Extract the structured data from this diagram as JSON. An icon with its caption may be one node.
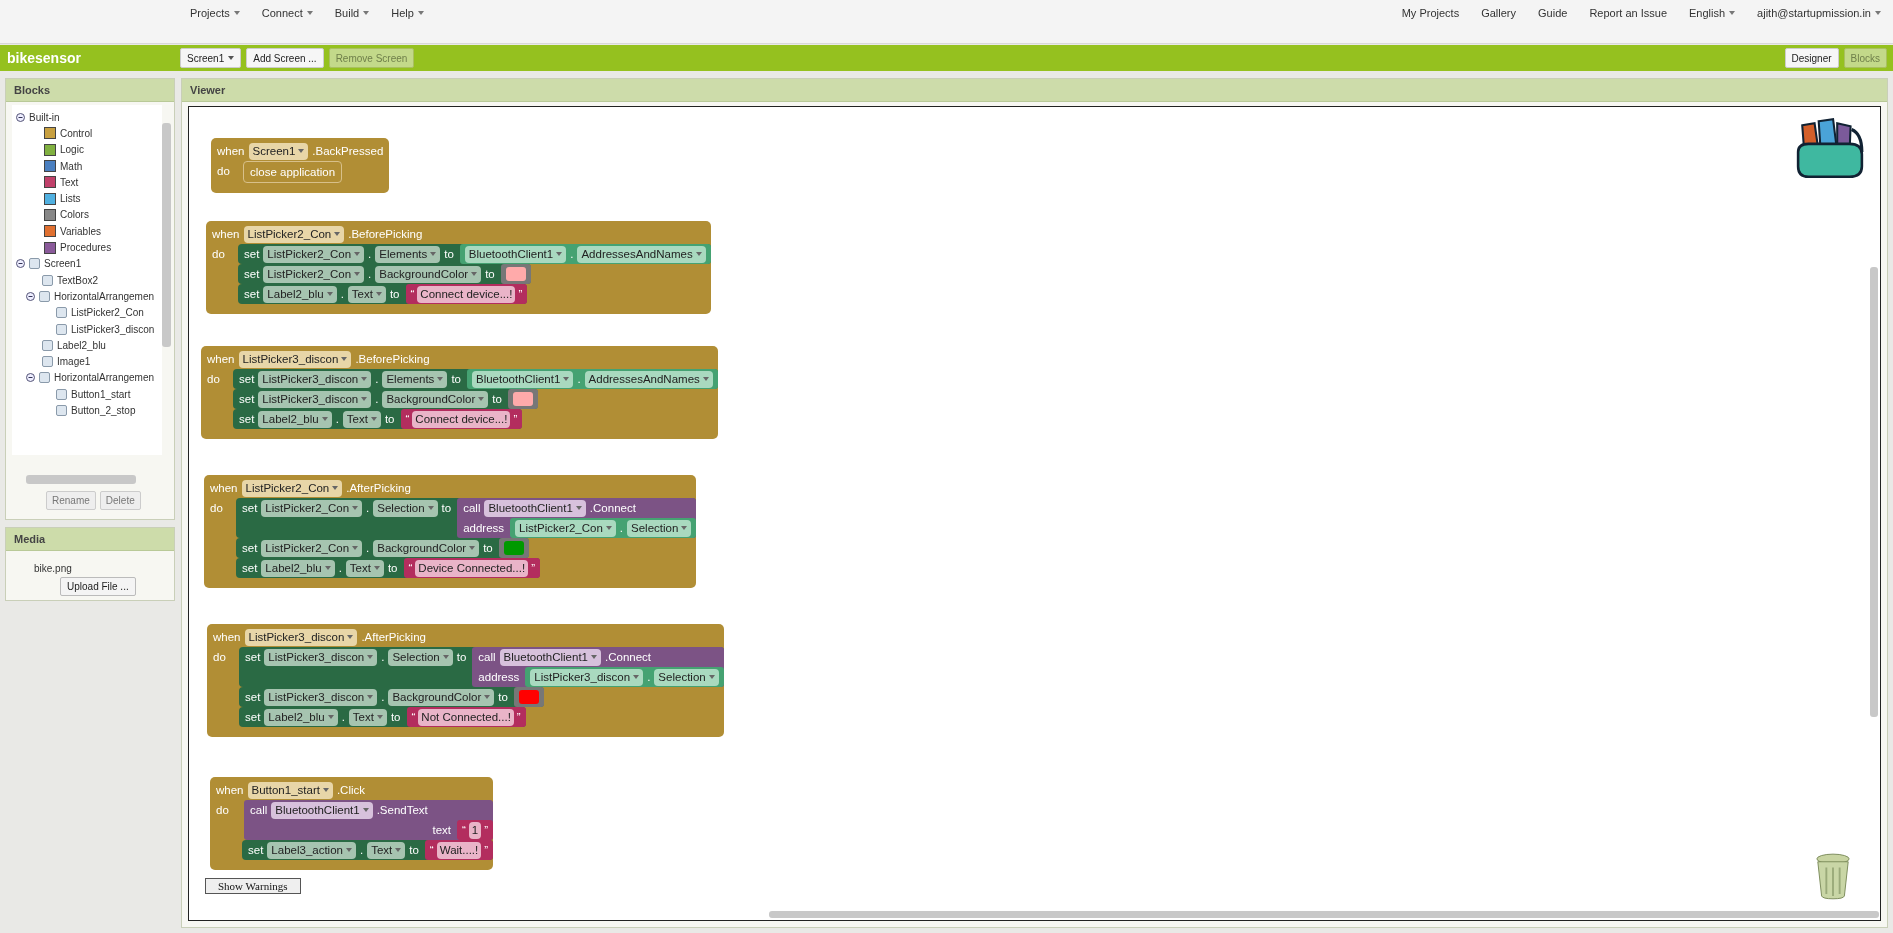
{
  "diagram": {
    "nodes": [
      {
        "text": [
          "Blocks",
          "Built-in",
          "Control",
          "Logic",
          "Math",
          "Text",
          "Lists",
          "Colors",
          "Variables",
          "Procedures",
          "Screen1",
          "TextBox2",
          "HorizontalArrangemen",
          "ListPicker2_Con",
          "ListPicker3_discon",
          "Label2_blu",
          "Image1",
          "HorizontalArrangemen",
          "Button1_start",
          "Button_2_stop",
          "Rename",
          "Delete"
        ]
      },
      {
        "text": [
          "Media",
          "bike.png",
          "Upload File ..."
        ]
      },
      {
        "text": [
          "Viewer",
          "Show Warnings"
        ]
      },
      {
        "text": [
          "when",
          "Screen1",
          ".BackPressed",
          "do"
        ],
        "in": 2
      },
      {
        "text": [
          "close application"
        ],
        "in": 3
      },
      {
        "text": [
          "when",
          "ListPicker2_Con",
          ".BeforePicking",
          "do"
        ],
        "in": 2
      },
      {
        "text": [
          "set",
          "ListPicker2_Con",
          ".",
          "Elements",
          "to"
        ],
        "in": 5
      },
      {
        "text": [
          "BluetoothClient1",
          ".",
          "AddressesAndNames"
        ],
        "in": 6
      },
      {
        "text": [
          "set",
          "ListPicker2_Con",
          ".",
          "BackgroundColor",
          "to"
        ],
        "in": 5
      },
      {
        "text": [],
        "shape": "box",
        "in": 8
      },
      {
        "text": [
          "set",
          "Label2_blu",
          ".",
          "Text",
          "to"
        ],
        "in": 5
      },
      {
        "text": [
          "“",
          "Connect device...!",
          "”"
        ],
        "in": 10
      },
      {
        "text": [
          "when",
          "ListPicker3_discon",
          ".BeforePicking",
          "do"
        ],
        "in": 2
      },
      {
        "text": [
          "set",
          "ListPicker3_discon",
          ".",
          "Elements",
          "to"
        ],
        "in": 12
      },
      {
        "text": [
          "BluetoothClient1",
          ".",
          "AddressesAndNames"
        ],
        "in": 13
      },
      {
        "text": [
          "set",
          "ListPicker3_discon",
          ".",
          "BackgroundColor",
          "to"
        ],
        "in": 12
      },
      {
        "text": [],
        "shape": "box",
        "in": 15
      },
      {
        "text": [
          "set",
          "Label2_blu",
          ".",
          "Text",
          "to"
        ],
        "in": 12
      },
      {
        "text": [
          "“",
          "Connect device...!",
          "”"
        ],
        "in": 17
      },
      {
        "text": [
          "when",
          "ListPicker2_Con",
          ".AfterPicking",
          "do"
        ],
        "in": 2
      },
      {
        "text": [
          "set",
          "ListPicker2_Con",
          ".",
          "Selection",
          "to"
        ],
        "in": 19
      },
      {
        "text": [
          "call",
          "BluetoothClient1",
          ".Connect",
          "address"
        ],
        "in": 20
      },
      {
        "text": [
          "ListPicker2_Con",
          ".",
          "Selection"
        ],
        "in": 21
      },
      {
        "text": [
          "set",
          "ListPicker2_Con",
          ".",
          "BackgroundColor",
          "to"
        ],
        "in": 19
      },
      {
        "text": [],
        "shape": "box",
        "in": 23
      },
      {
        "text": [
          "set",
          "Label2_blu",
          ".",
          "Text",
          "to"
        ],
        "in": 19
      },
      {
        "text": [
          "“",
          "Device Connected...!",
          "”"
        ],
        "in": 25
      },
      {
        "text": [
          "when",
          "ListPicker3_discon",
          ".AfterPicking",
          "do"
        ],
        "in": 2
      },
      {
        "text": [
          "set",
          "ListPicker3_discon",
          ".",
          "Selection",
          "to"
        ],
        "in": 27
      },
      {
        "text": [
          "call",
          "BluetoothClient1",
          ".Connect",
          "address"
        ],
        "in": 28
      },
      {
        "text": [
          "ListPicker3_discon",
          ".",
          "Selection"
        ],
        "in": 29
      },
      {
        "text": [
          "set",
          "ListPicker3_discon",
          ".",
          "BackgroundColor",
          "to"
        ],
        "in": 27
      },
      {
        "text": [],
        "shape": "box",
        "in": 31
      },
      {
        "text": [
          "set",
          "Label2_blu",
          ".",
          "Text",
          "to"
        ],
        "in": 27
      },
      {
        "text": [
          "“",
          "Not Connected...!",
          "”"
        ],
        "in": 33
      },
      {
        "text": [
          "when",
          "Button1_start",
          ".Click",
          "do"
        ],
        "in": 2
      },
      {
        "text": [
          "call",
          "BluetoothClient1",
          ".SendText",
          "text"
        ],
        "in": 35
      },
      {
        "text": [
          "“",
          "1",
          "”"
        ],
        "in": 36
      },
      {
        "text": [
          "set",
          "Label3_action",
          ".",
          "Text",
          "to"
        ],
        "in": 35
      },
      {
        "text": [
          "“",
          "Wait....!",
          "”"
        ],
        "in": 38
      }
    ],
    "labels": [
      "Projects",
      "Connect",
      "Build",
      "Help",
      "My Projects",
      "Gallery",
      "Guide",
      "Report an Issue",
      "English",
      "ajith@startupmission.in",
      "bikesensor",
      "Screen1",
      "Add Screen ...",
      "Remove Screen",
      "Designer",
      "Blocks"
    ]
  }
}
